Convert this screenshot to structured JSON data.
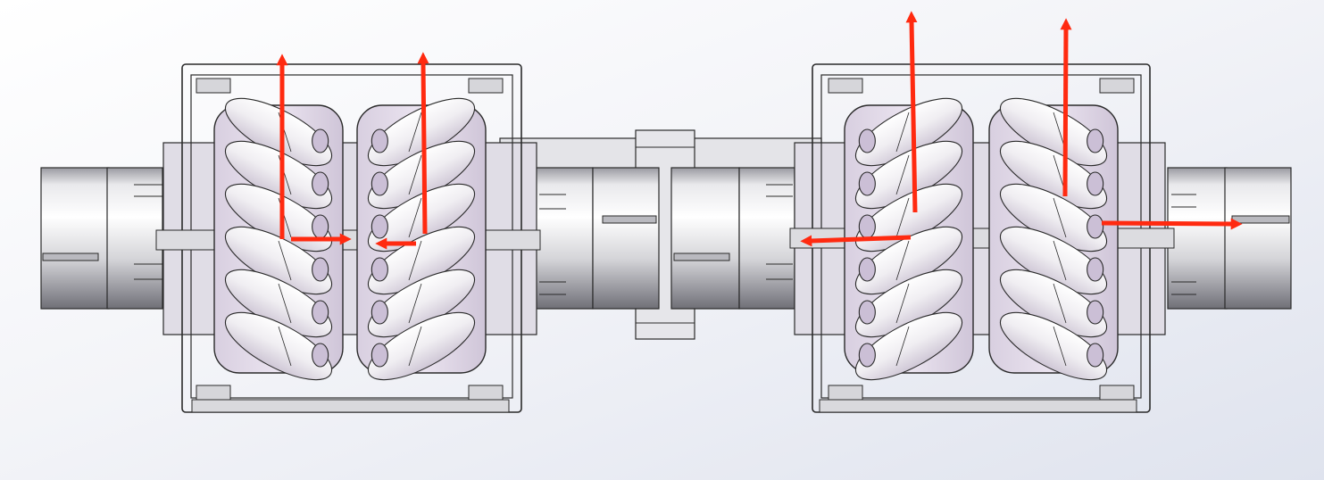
{
  "diagram": {
    "subject": "mecanum-wheel-drive-assembly",
    "colors": {
      "background_top": "#ffffff",
      "background_bottom": "#dfe3ee",
      "outline": "#2a2a2a",
      "metal_light": "#f4f4f6",
      "metal_mid": "#c9c9cf",
      "metal_dark": "#8c8c93",
      "roller_tint": "#e6dcec",
      "bracket_fill": "#d9d9dd",
      "vector_arrow": "#ff2a10"
    },
    "modules": [
      {
        "name": "left-module",
        "wheels": [
          "left-outer-wheel",
          "left-inner-wheel"
        ]
      },
      {
        "name": "right-module",
        "wheels": [
          "right-inner-wheel",
          "right-outer-wheel"
        ]
      }
    ],
    "force_vectors": [
      {
        "wheel": "left-outer-wheel",
        "component": "vertical",
        "direction": "up"
      },
      {
        "wheel": "left-outer-wheel",
        "component": "lateral",
        "direction": "right"
      },
      {
        "wheel": "left-inner-wheel",
        "component": "vertical",
        "direction": "up"
      },
      {
        "wheel": "left-inner-wheel",
        "component": "lateral",
        "direction": "left"
      },
      {
        "wheel": "right-inner-wheel",
        "component": "vertical",
        "direction": "up"
      },
      {
        "wheel": "right-inner-wheel",
        "component": "lateral",
        "direction": "left"
      },
      {
        "wheel": "right-outer-wheel",
        "component": "vertical",
        "direction": "up"
      },
      {
        "wheel": "right-outer-wheel",
        "component": "lateral",
        "direction": "right"
      }
    ]
  }
}
